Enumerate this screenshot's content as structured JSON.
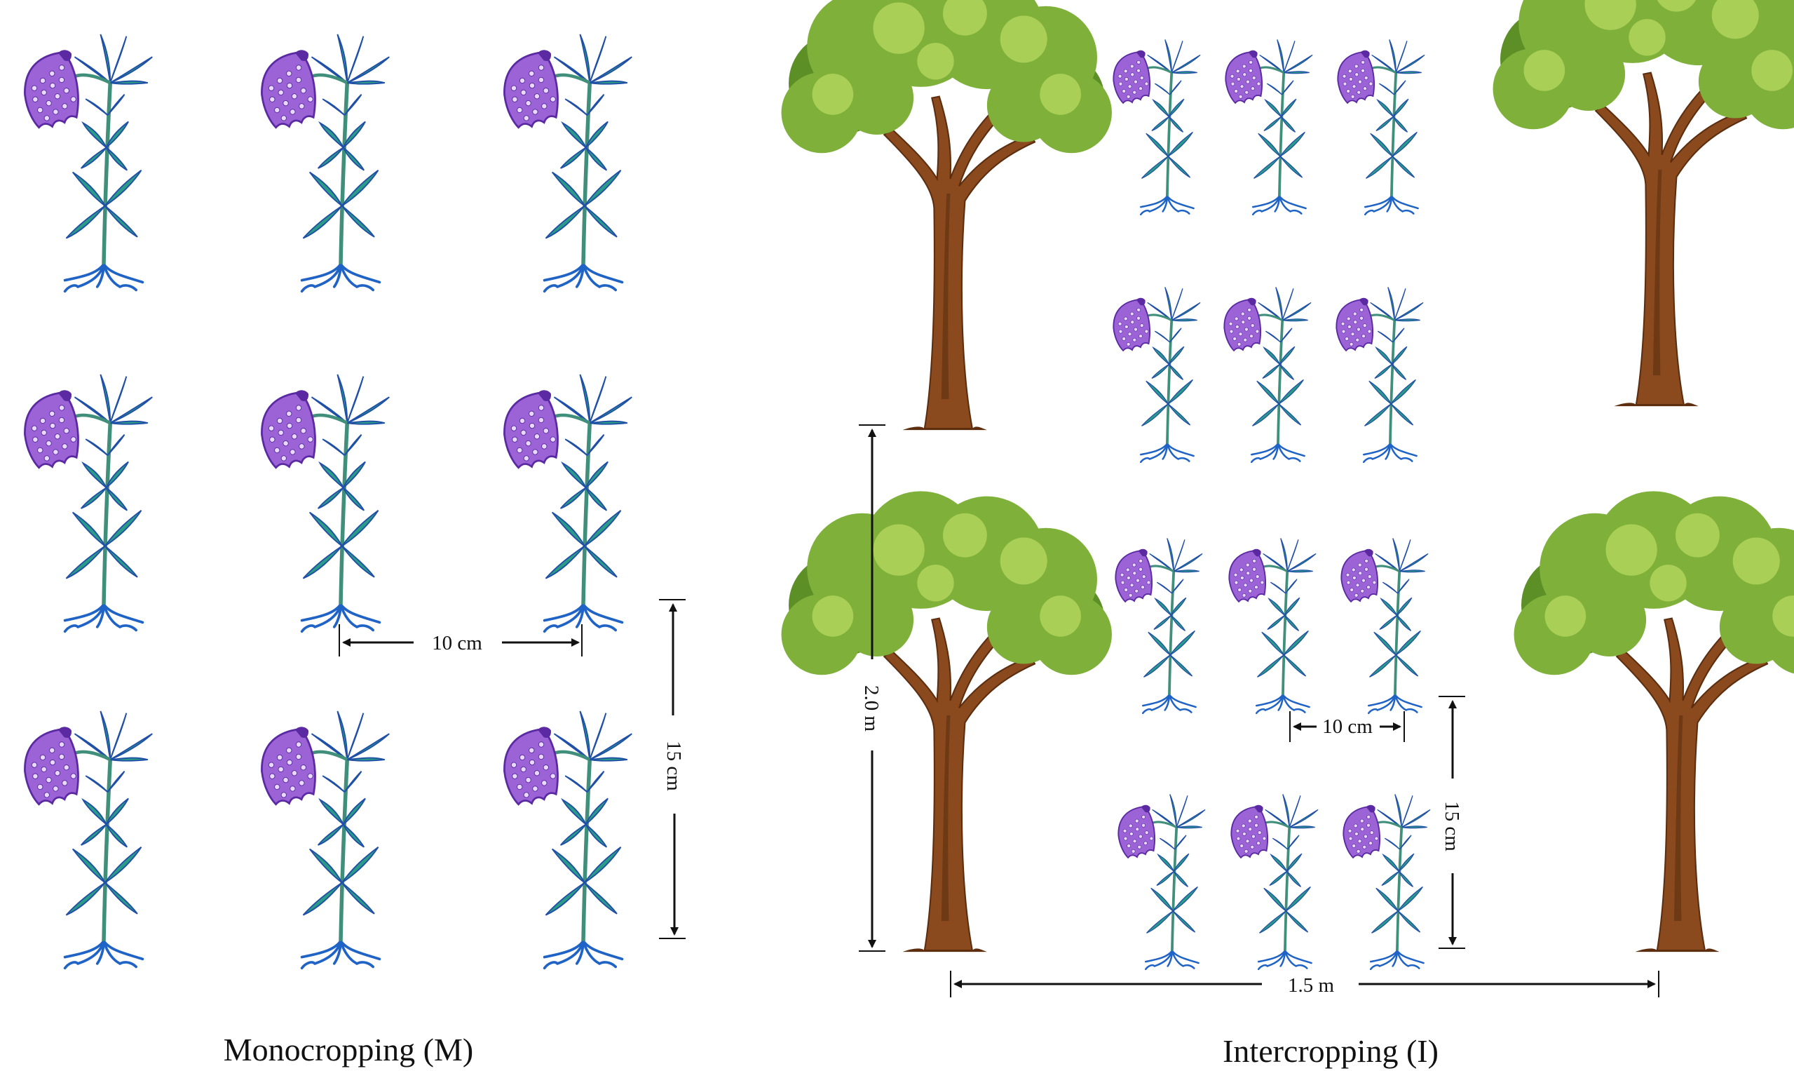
{
  "panels": {
    "mono": {
      "caption": "Monocropping (M)",
      "spacing_h": "10 cm",
      "spacing_v": "15 cm"
    },
    "inter": {
      "caption": "Intercropping (I)",
      "spacing_h": "10 cm",
      "spacing_v": "15 cm",
      "tree_spacing_v": "2.0 m",
      "tree_spacing_h": "1.5 m"
    }
  },
  "colors": {
    "petal": "#9b63d6",
    "petal_dark": "#5b2aa3",
    "petal_dots": "#e8d9ff",
    "stem": "#3f8f7a",
    "leaf": "#2a9b86",
    "leaf_edge": "#1f4fa6",
    "root": "#1f63c6",
    "trunk": "#8a4a1e",
    "trunk_dark": "#5c2e0f",
    "canopy": "#7fb13a",
    "canopy_light": "#a9cf56",
    "canopy_dark": "#5d8f27",
    "dimension_line": "#111111"
  },
  "icons": {
    "plant": "bellflower-plant-icon",
    "tree": "deciduous-tree-icon"
  }
}
